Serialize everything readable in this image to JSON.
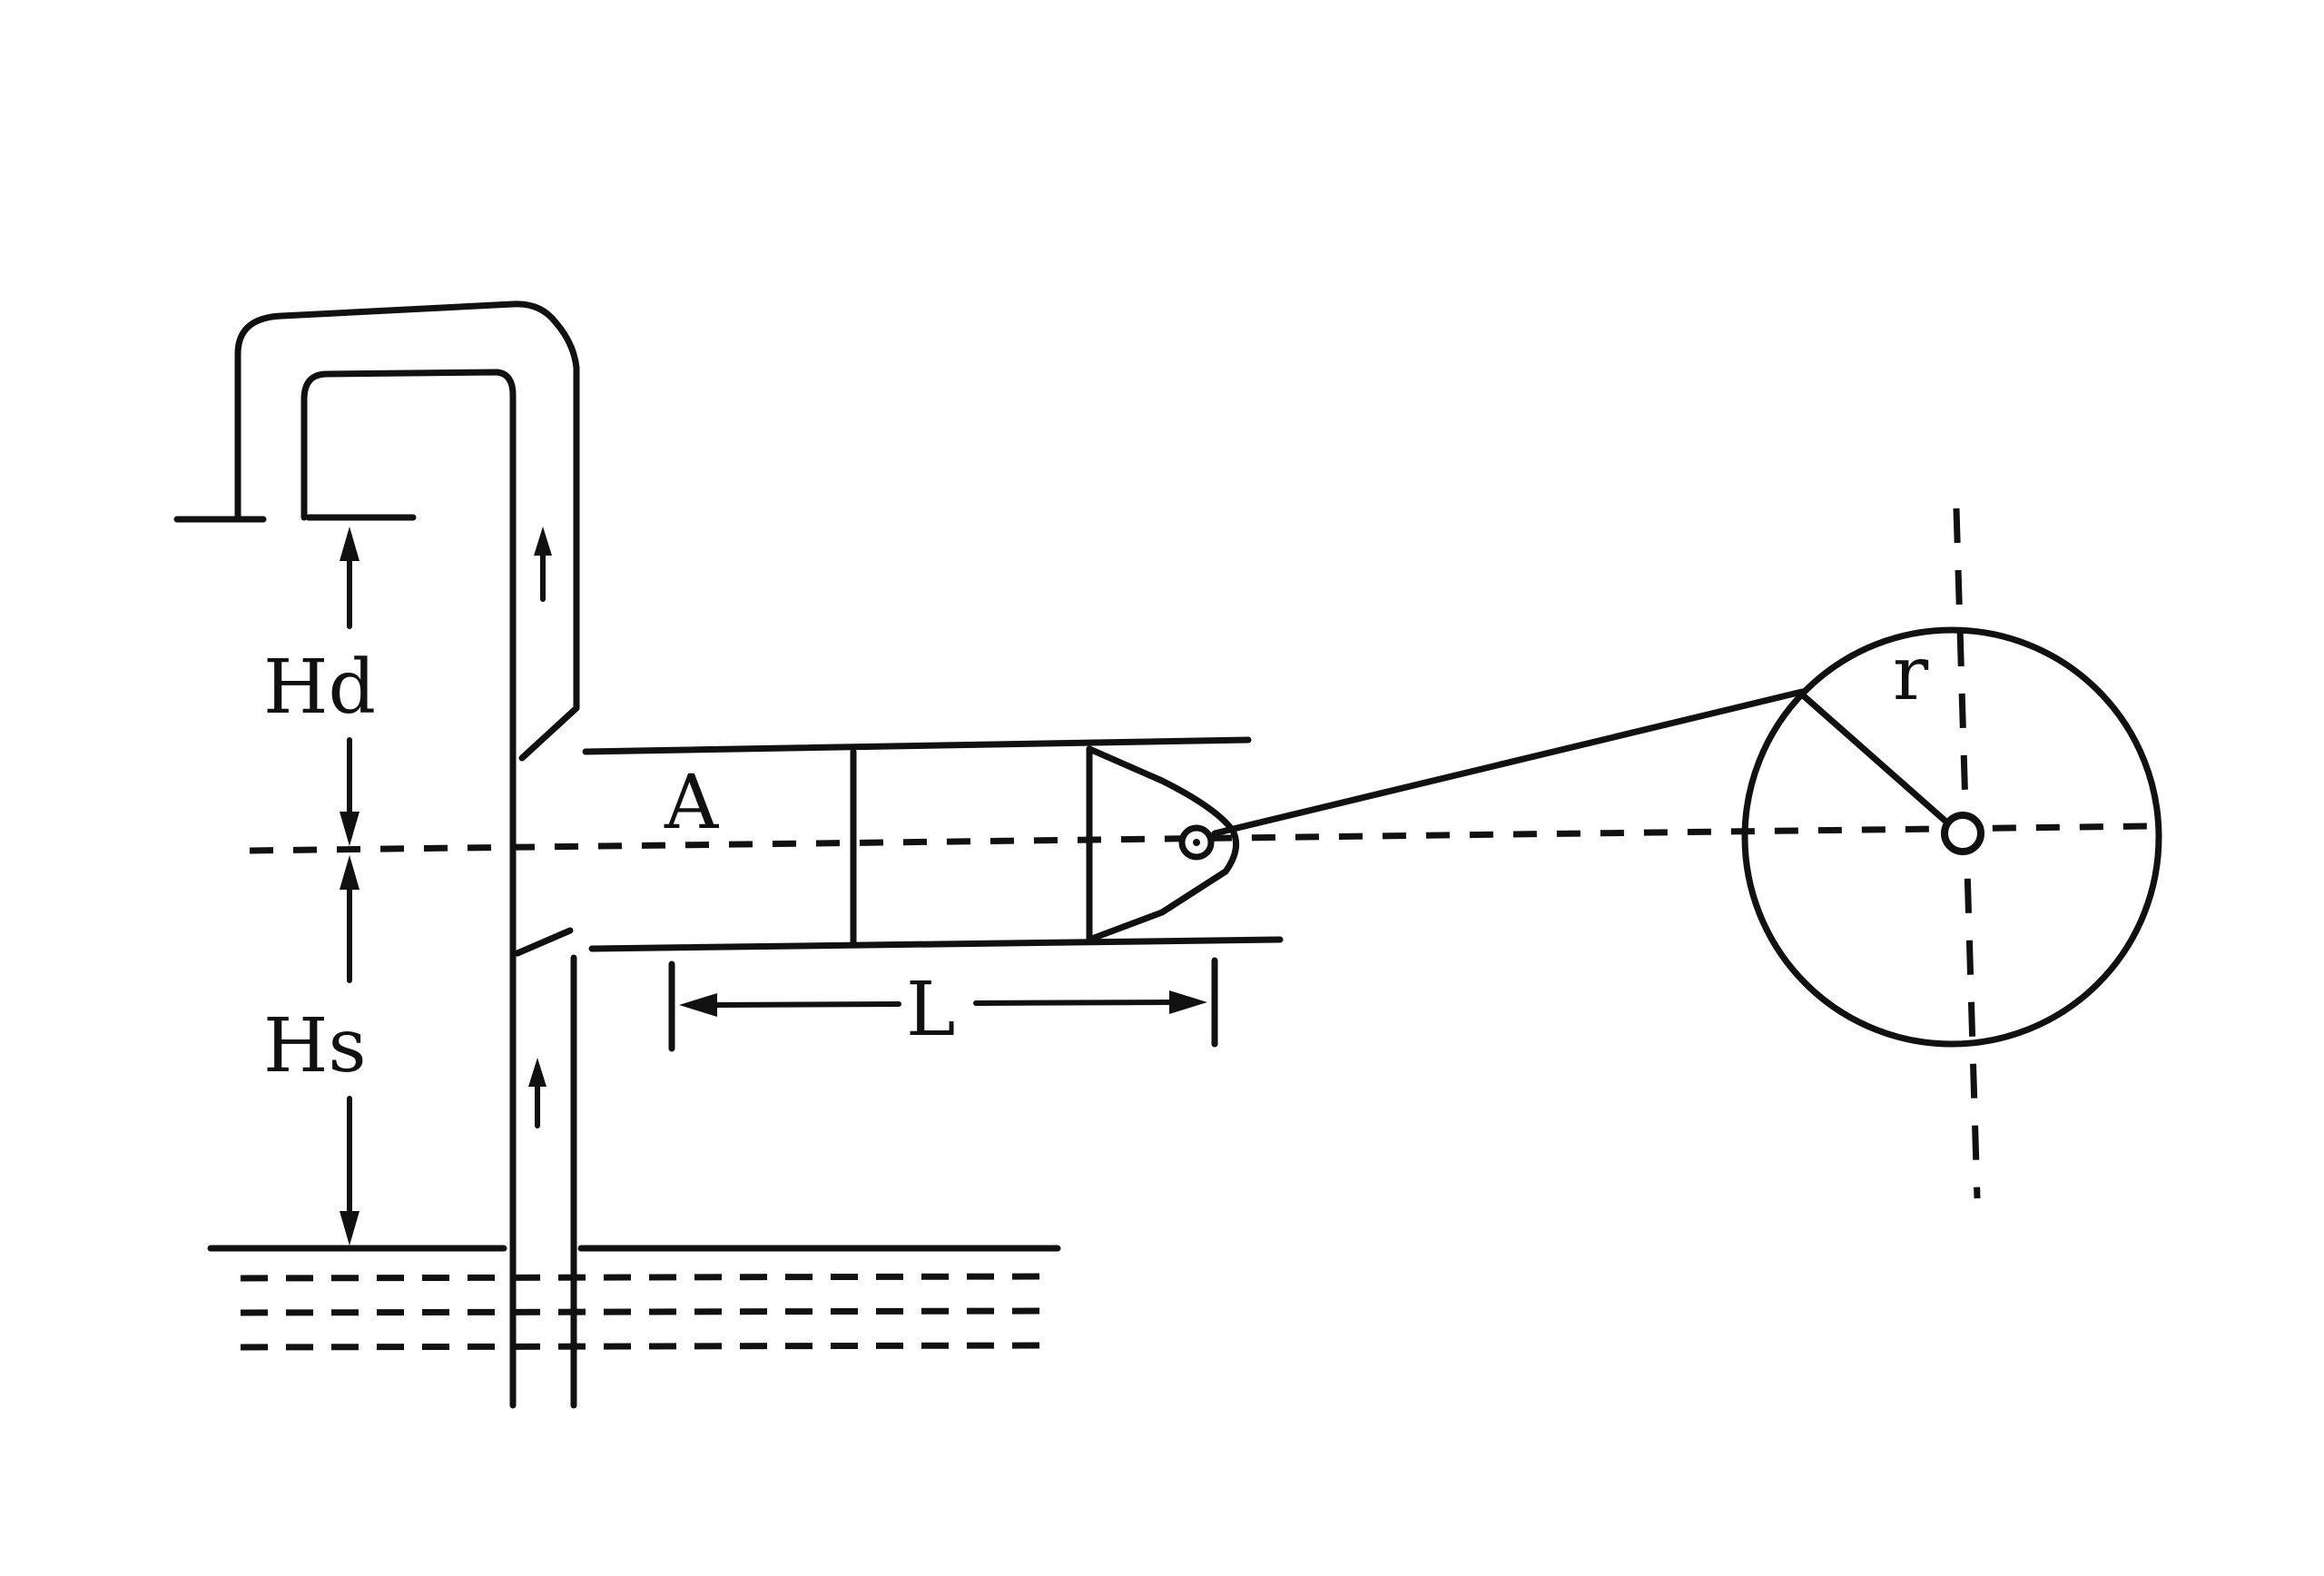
{
  "labels": {
    "delivery_head": "Hd",
    "suction_head": "Hs",
    "piston_area": "A",
    "stroke_length": "L",
    "crank_radius": "r"
  },
  "colors": {
    "ink": "#111111",
    "background": "#ffffff"
  }
}
